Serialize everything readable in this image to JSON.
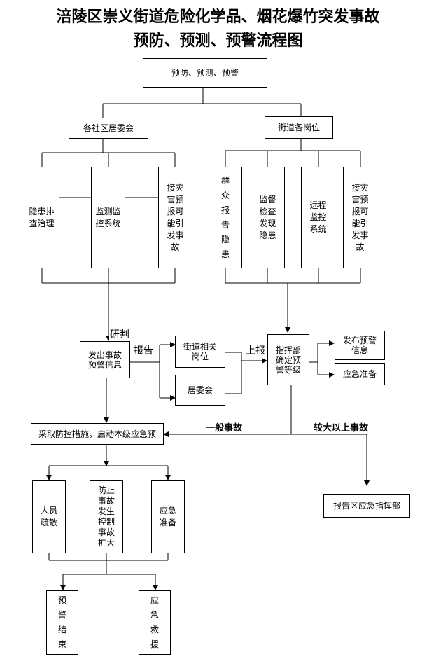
{
  "title": {
    "line1": "涪陵区崇义街道危险化学品、烟花爆竹突发事故",
    "line2": "预防、预测、预警流程图"
  },
  "nodes": {
    "root": "预防、预测、预警",
    "community": "各社区居委会",
    "street_posts": "街道各岗位",
    "hidden_danger": "隐患排查治理",
    "monitor_system_1": "监测监控系统",
    "disaster_report_1": "接灾害预报可能引发事故",
    "public_report": "群众报告隐患",
    "supervision": "监督检查发现隐患",
    "remote_monitor": "远程监控系统",
    "disaster_report_2": "接灾害预报可能引发事故",
    "issue_warning": "发出事故\n预警信息",
    "street_related_posts": "街道相关\n岗位",
    "neighborhood_committee": "居委会",
    "command_center": "指挥部\n确定预\n警等级",
    "publish_warning": "发布预警\n信息",
    "emergency_prepare_1": "应急准备",
    "take_measures": "采取防控措施，启动本级应急预",
    "report_district": "报告区应急指挥部",
    "evacuate": "人员疏散",
    "prevent_expand": "防止事故发生控制事故扩大",
    "emergency_prepare_2": "应急准备",
    "warning_end": "预警结束",
    "emergency_rescue": "应急救援"
  },
  "edge_labels": {
    "research": "研判",
    "report": "报告",
    "report_up": "上报",
    "general_accident": "一般事故",
    "major_accident": "较大以上事故"
  }
}
